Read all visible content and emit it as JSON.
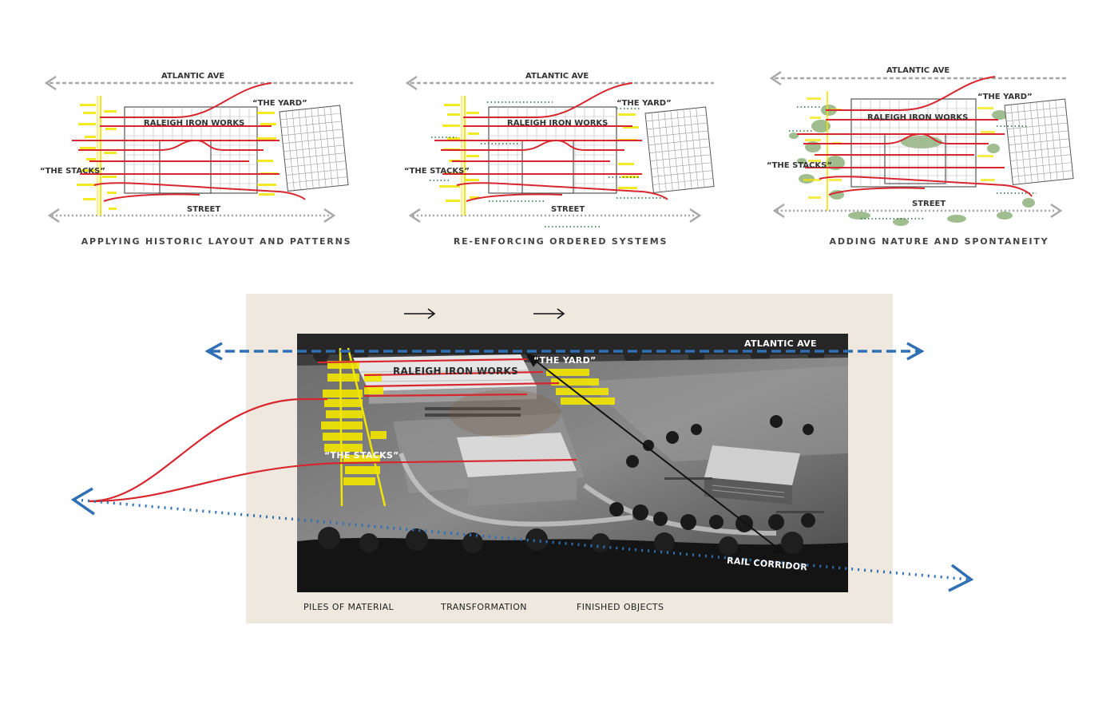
{
  "panels": [
    {
      "atlantic": "ATLANTIC AVE",
      "street": "STREET",
      "works": "RALEIGH IRON WORKS",
      "yard": "“THE YARD”",
      "stacks": "“THE STACKS”",
      "caption": "APPLYING HISTORIC LAYOUT AND PATTERNS"
    },
    {
      "atlantic": "ATLANTIC AVE",
      "street": "STREET",
      "works": "RALEIGH IRON WORKS",
      "yard": "“THE YARD”",
      "stacks": "“THE STACKS”",
      "caption": "RE-ENFORCING ORDERED SYSTEMS"
    },
    {
      "atlantic": "ATLANTIC AVE",
      "street": "STREET",
      "works": "RALEIGH IRON WORKS",
      "yard": "“THE YARD”",
      "stacks": "“THE STACKS”",
      "caption": "ADDING NATURE AND SPONTANEITY"
    }
  ],
  "photo": {
    "process": [
      "PILES OF MATERIAL",
      "TRANSFORMATION",
      "FINISHED OBJECTS"
    ],
    "works": "RALEIGH IRON WORKS",
    "yard": "“THE YARD”",
    "stacks": "“THE STACKS”",
    "atlantic": "ATLANTIC AVE",
    "rail": "RAIL CORRIDOR"
  },
  "colors": {
    "red": "#d7262e",
    "yellow": "#f3e600",
    "blue": "#2f6fb3",
    "gray": "#a8a8a8",
    "green": "#7fa86a",
    "dark_green": "#1f6b3a"
  }
}
